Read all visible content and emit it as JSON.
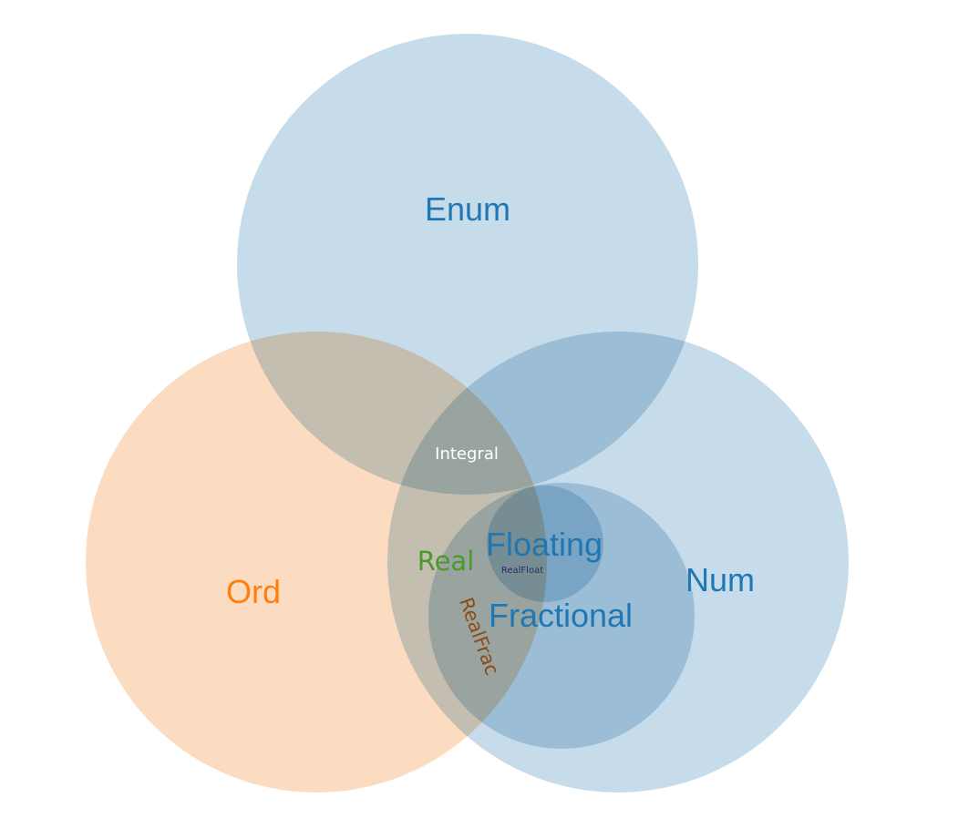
{
  "colors": {
    "blue_fill": "#c7dcea",
    "blue_dark_fill": "#3a87c3",
    "orange_fill": "#fcdcc0",
    "blue_text": "#1f77b4",
    "orange_text": "#ff7f0e",
    "green_text": "#4a9a2a",
    "brown_text": "#8c4a14",
    "white_text": "#ffffff",
    "navy_text": "#2a2a6a"
  },
  "sets": [
    {
      "id": "enum",
      "label": "Enum",
      "color": "#c7dcea"
    },
    {
      "id": "ord",
      "label": "Ord",
      "color": "#fcdcc0"
    },
    {
      "id": "num",
      "label": "Num",
      "color": "#c7dcea"
    },
    {
      "id": "fractional",
      "label": "Fractional",
      "color": "#7db0d9"
    },
    {
      "id": "floating",
      "label": "Floating",
      "color": "#3a87c3"
    }
  ],
  "region_labels": {
    "integral": "Integral",
    "real": "Real",
    "realfrac": "RealFrac",
    "realfloat": "RealFloat"
  }
}
